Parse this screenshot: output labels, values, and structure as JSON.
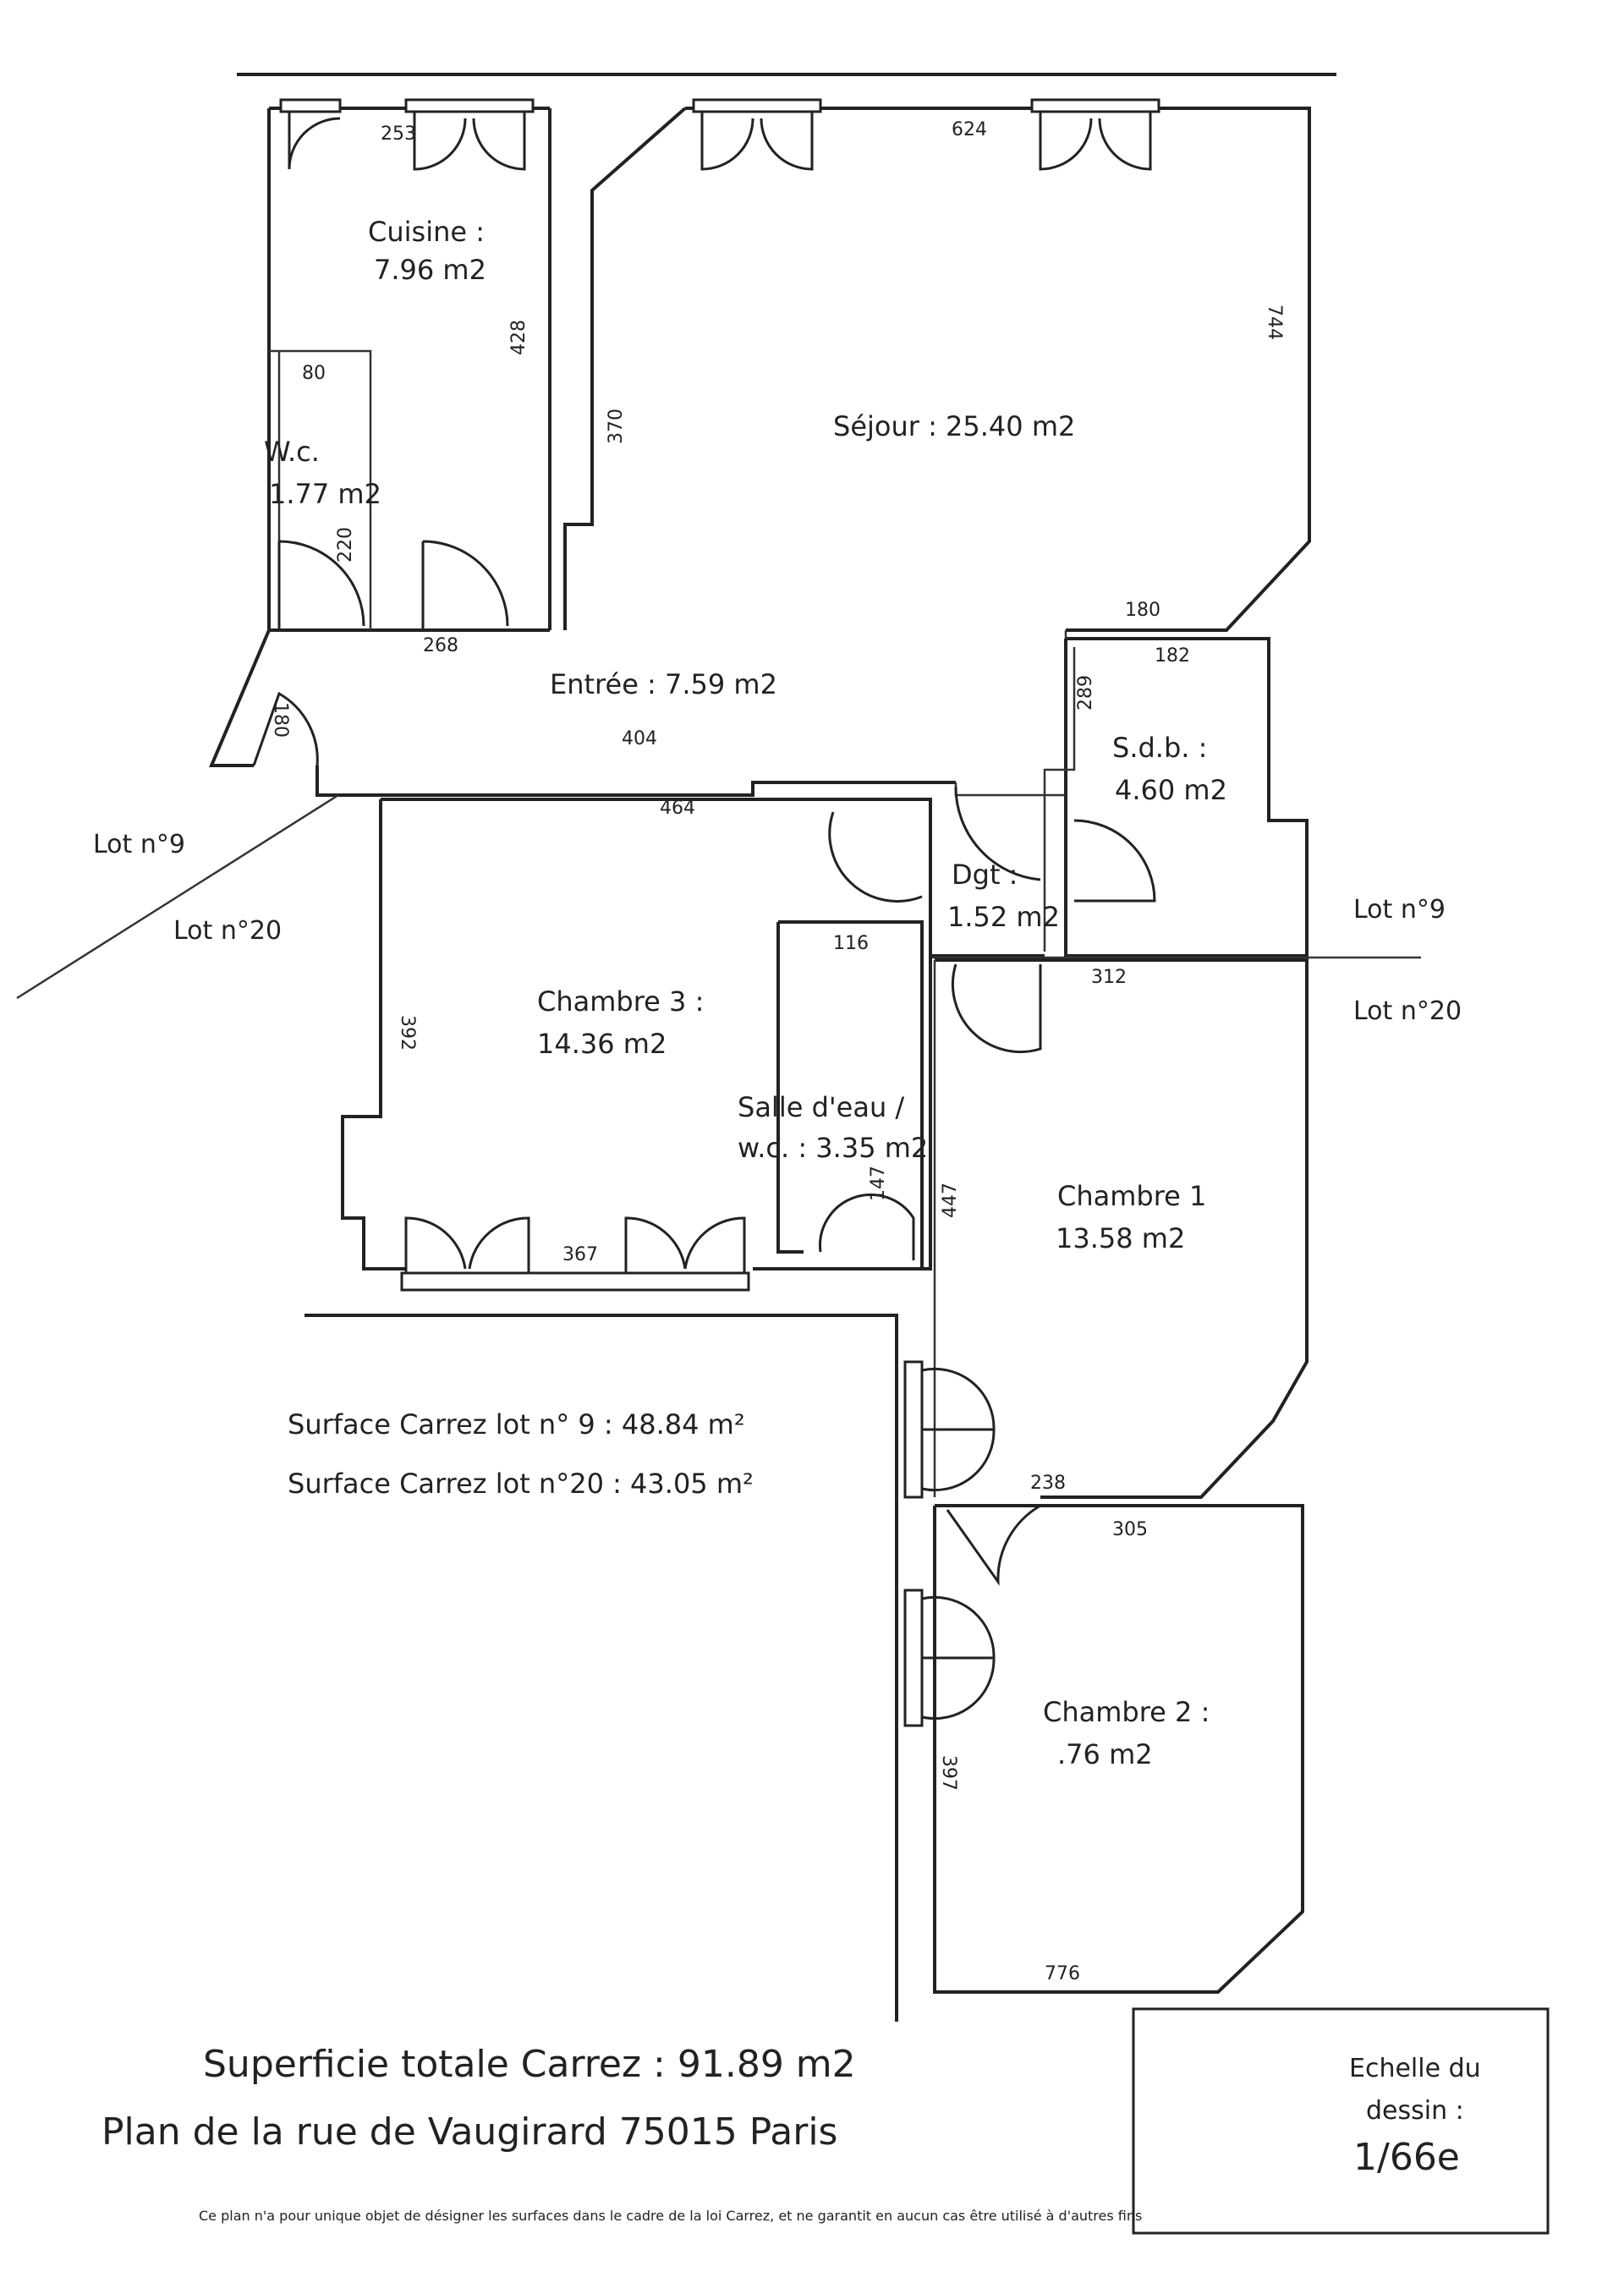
{
  "plan": {
    "rooms": {
      "cuisine": {
        "name": "Cuisine :",
        "area": "7.96 m2"
      },
      "wc": {
        "name": "W.c.",
        "area": "1.77 m2"
      },
      "sejour": {
        "label": "Séjour : 25.40 m2"
      },
      "entree": {
        "label": "Entrée : 7.59 m2"
      },
      "sdb": {
        "name": "S.d.b. :",
        "area": "4.60 m2"
      },
      "dgt": {
        "name": "Dgt :",
        "area": "1.52 m2"
      },
      "chambre3": {
        "name": "Chambre 3 :",
        "area": "14.36 m2"
      },
      "salle_eau": {
        "name": "Salle d'eau /",
        "area": "w.c. : 3.35 m2"
      },
      "chambre1": {
        "name": "Chambre 1",
        "area": "13.58 m2"
      },
      "chambre2": {
        "name": "Chambre 2 :",
        "area": ".76 m2"
      }
    },
    "dimensions": {
      "d_cuisine_top": "253",
      "d_sejour_top": "624",
      "d_sejour_right": "744",
      "d_cuisine_right": "428",
      "d_sejour_left": "370",
      "d_wc_top": "80",
      "d_wc_side": "220",
      "d_entree_bottom": "268",
      "d_entree_door": "180",
      "d_entree_mid": "404",
      "d_sejour_bottom": "180",
      "d_sdb_top": "182",
      "d_sdb_left": "289",
      "d_ch3_top": "464",
      "d_ch3_left": "392",
      "d_salle_top": "116",
      "d_ch3_bottom": "367",
      "d_salle_side": "147",
      "d_ch1_left": "447",
      "d_ch1_top": "312",
      "d_ch1_bottom": "238",
      "d_ch2_top": "305",
      "d_ch2_left": "397",
      "d_ch2_bottom": "776"
    },
    "lots": {
      "lot9_left": "Lot n°9",
      "lot20_left": "Lot n°20",
      "lot9_right": "Lot n°9",
      "lot20_right": "Lot n°20"
    },
    "surfaces": {
      "lot9": "Surface Carrez lot n° 9 : 48.84 m²",
      "lot20": "Surface Carrez lot n°20 : 43.05 m²"
    },
    "total": "Superficie totale Carrez : 91.89 m2",
    "address": "Plan de la rue de Vaugirard 75015 Paris",
    "scale": {
      "line1": "Echelle du",
      "line2": "dessin :",
      "value": "1/66e"
    },
    "disclaimer": "Ce plan n'a pour unique objet de désigner les surfaces dans le cadre de la loi Carrez, et ne garantit en aucun cas être utilisé à d'autres fins"
  }
}
